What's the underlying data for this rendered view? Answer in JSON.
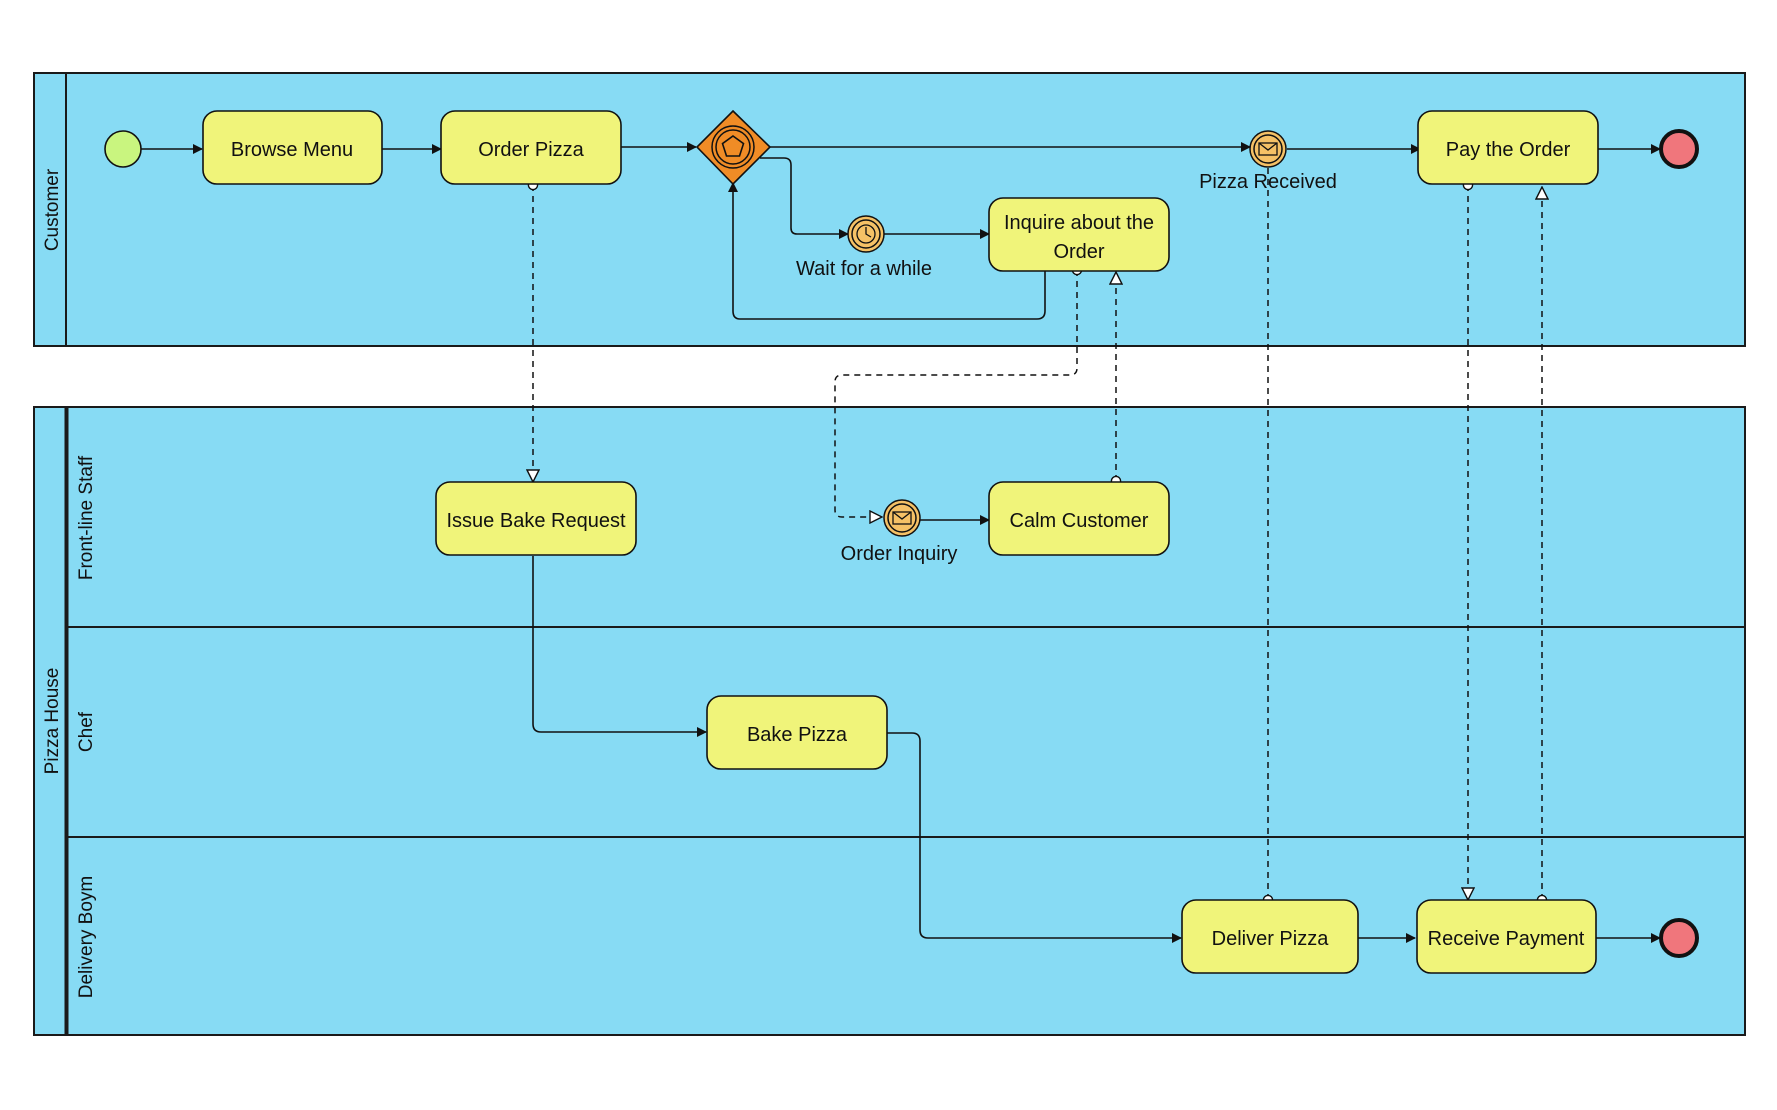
{
  "colors": {
    "lane_fill": "#87DBF4",
    "task_fill": "#F0F47A",
    "start_fill": "#C9F57F",
    "end_fill": "#F0767C",
    "gateway_fill": "#F08C26",
    "event_fill": "#F5C166",
    "line": "#000000",
    "sequence_line": "#111111"
  },
  "pools": {
    "customer": {
      "label": "Customer"
    },
    "pizza_house": {
      "label": "Pizza House",
      "lanes": {
        "front": "Front-line Staff",
        "chef": "Chef",
        "delivery": "Delivery Boym"
      }
    }
  },
  "tasks": {
    "browse": "Browse Menu",
    "order": "Order Pizza",
    "pay": "Pay the Order",
    "inquire_line1": "Inquire about the",
    "inquire_line2": "Order",
    "issue": "Issue Bake Request",
    "calm": "Calm Customer",
    "bake": "Bake Pizza",
    "deliver": "Deliver Pizza",
    "receive": "Receive Payment"
  },
  "events": {
    "start": {
      "type": "start",
      "icon": "none"
    },
    "gateway": {
      "type": "event-based-gateway",
      "icon": "pentagon-icon"
    },
    "pizza_received": {
      "label": "Pizza Received",
      "icon": "envelope-icon"
    },
    "wait": {
      "label": "Wait for a while",
      "icon": "clock-icon"
    },
    "order_inquiry": {
      "label": "Order Inquiry",
      "icon": "envelope-icon"
    },
    "end_customer": {
      "type": "end"
    },
    "end_delivery": {
      "type": "end"
    }
  }
}
